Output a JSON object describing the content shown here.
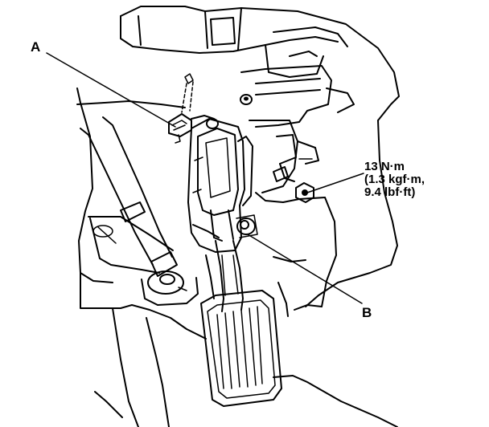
{
  "callouts": {
    "a": "A",
    "b": "B"
  },
  "torque_spec": {
    "line1": "13 N·m",
    "line2": "(1.3 kgf·m,",
    "line3": "9.4 lbf·ft)"
  },
  "colors": {
    "line": "#000000",
    "background": "#ffffff"
  }
}
